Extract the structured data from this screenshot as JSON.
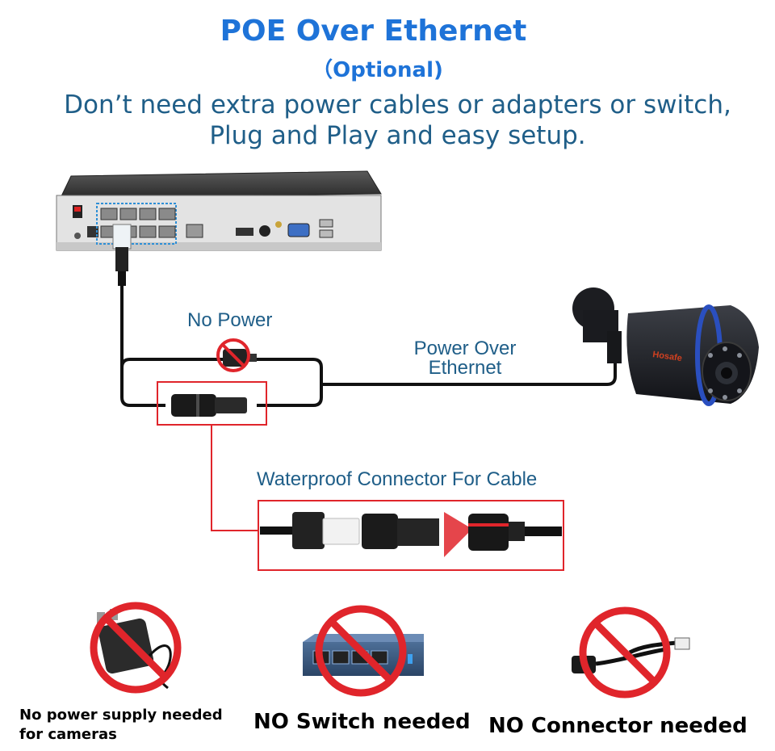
{
  "header": {
    "title": "POE Over Ethernet",
    "subtitle": "（Optional)",
    "line1": "Don’t need extra power cables or adapters or switch,",
    "line2": "Plug and Play and easy setup."
  },
  "diagram": {
    "no_power_label": "No Power",
    "poe_label_line1": "Power Over",
    "poe_label_line2": "Ethernet",
    "waterproof_label": "Waterproof Connector For Cable",
    "camera_brand": "Hosafe",
    "colors": {
      "label_blue": "#1f5e88",
      "title_blue": "#1e73d8",
      "highlight_red": "#e0252b",
      "cable": "#111111"
    }
  },
  "footer": {
    "no_power_supply_line1": "No power supply needed",
    "no_power_supply_line2": "for cameras",
    "no_switch": "NO Switch needed",
    "no_connector": "NO Connector needed"
  }
}
